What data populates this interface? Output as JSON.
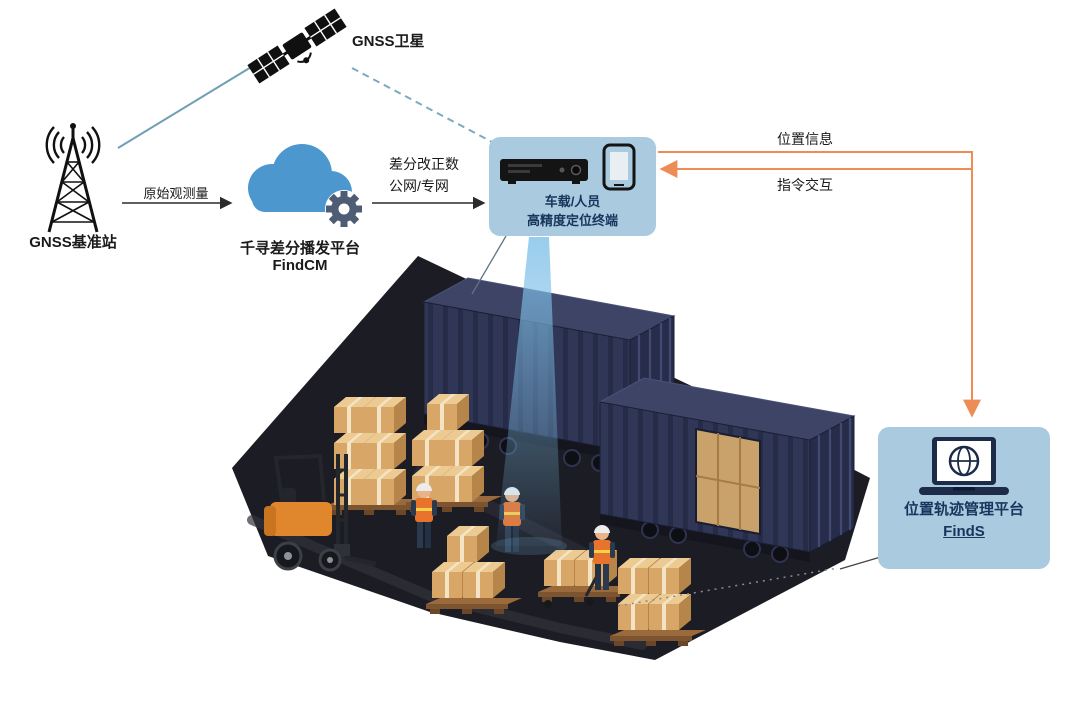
{
  "colors": {
    "orange": "#ED8C55",
    "panel_blue": "#A9CADF",
    "cloud_blue": "#4B97CE",
    "navy_text": "#17365D",
    "link_teal": "#7FA9BC",
    "ink": "#1A1A1A"
  },
  "nodes": {
    "satellite": {
      "label": "GNSS卫星"
    },
    "base_station": {
      "label": "GNSS基准站"
    },
    "cloud_platform": {
      "title": "千寻差分播发平台",
      "subtitle": "FindCM"
    },
    "terminal": {
      "line1": "车载/人员",
      "line2": "高精度定位终端"
    },
    "management_platform": {
      "title": "位置轨迹管理平台",
      "subtitle": "FindS"
    }
  },
  "edges": {
    "raw_observation": {
      "label": "原始观测量"
    },
    "correction": {
      "line1": "差分改正数",
      "line2": "公网/专网"
    },
    "position_info": {
      "label": "位置信息"
    },
    "command_interaction": {
      "label": "指令交互"
    }
  }
}
